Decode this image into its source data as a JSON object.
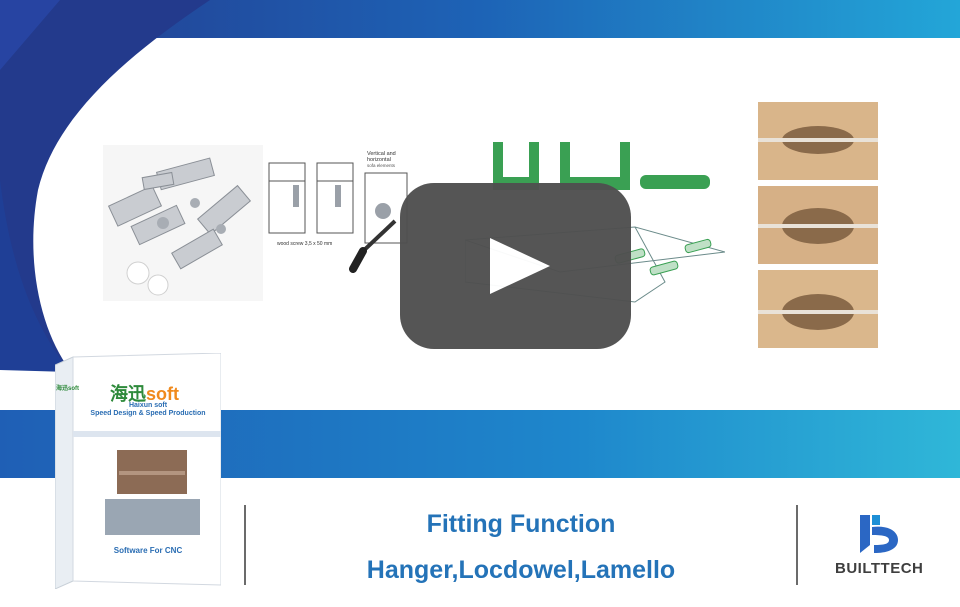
{
  "colors": {
    "band_dark": "#1d4fa3",
    "band_light": "#23a6d8",
    "accent_text": "#2473b8",
    "play_button": "#4f4f4f",
    "green_part": "#3aa053",
    "wood": "#d9b58a"
  },
  "images": {
    "hanger_fittings": "hanger-fittings-photo",
    "hanger_diagram": "hanger-install-diagram",
    "hanger_diagram_heading": "Vertical and horizontal",
    "hanger_diagram_subheading": "sofa elements",
    "hanger_diagram_caption": "wood screw 3,5 x 50 mm",
    "locdowel_parts": "locdowel-green-parts",
    "lamello_joints": "lamello-wood-joints"
  },
  "software_box": {
    "logo_cn": "海迅",
    "logo_latin": "soft",
    "line1": "Haixun soft",
    "line2": "Speed Design & Speed Production",
    "footer": "Software For CNC",
    "side_badge": "海迅soft"
  },
  "caption": {
    "title": "Fitting Function",
    "subtitle": "Hanger,Locdowel,Lamello"
  },
  "brand": {
    "name": "BUILTTECH",
    "icon": "builttech-logo-icon"
  },
  "video": {
    "play_icon": "play-icon"
  }
}
